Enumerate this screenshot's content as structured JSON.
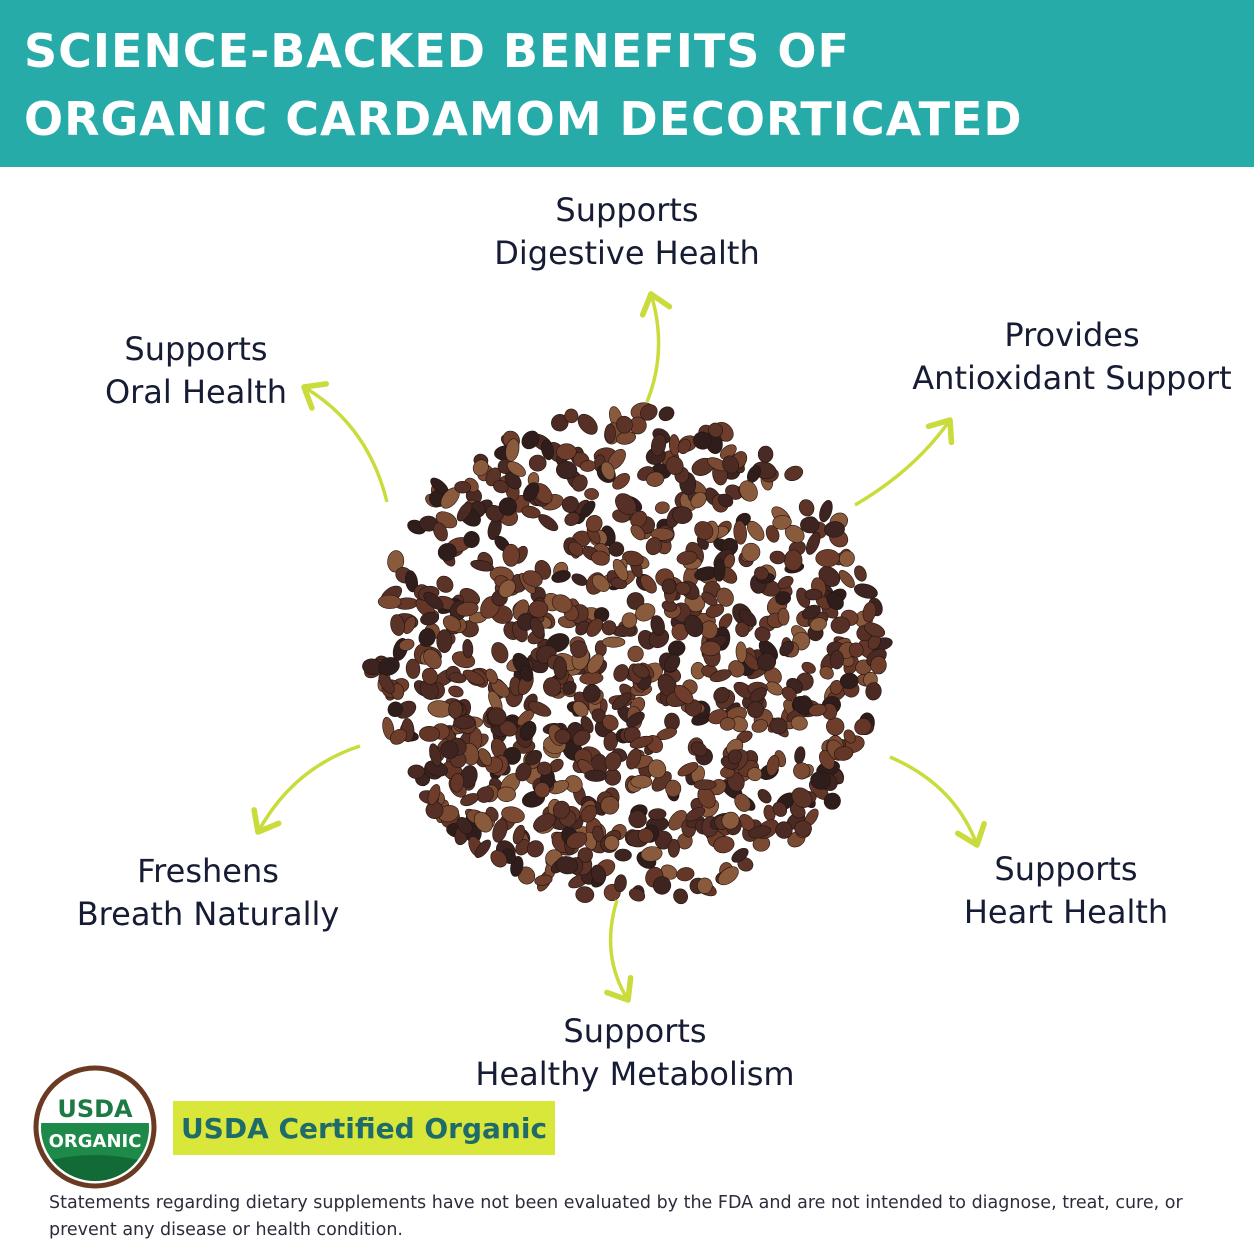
{
  "header": {
    "title_line_1": "SCIENCE-BACKED BENEFITS OF",
    "title_line_2": "ORGANIC CARDAMOM DECORTICATED",
    "background_color": "#27aba9"
  },
  "benefits": {
    "digestive": {
      "line1": "Supports",
      "line2": "Digestive Health"
    },
    "antioxidant": {
      "line1": "Provides",
      "line2": "Antioxidant Support"
    },
    "oral": {
      "line1": "Supports",
      "line2": "Oral Health"
    },
    "breath": {
      "line1": "Freshens",
      "line2": "Breath Naturally"
    },
    "heart": {
      "line1": "Supports",
      "line2": "Heart Health"
    },
    "metabolism": {
      "line1": "Supports",
      "line2": "Healthy Metabolism"
    }
  },
  "product_image": {
    "icon": "cardamom-seeds-pile"
  },
  "arrow_color": "#c9dc3c",
  "certification": {
    "logo_line1": "USDA",
    "logo_line2": "ORGANIC",
    "badge_label": "USDA Certified Organic",
    "badge_color": "#d9e63a"
  },
  "disclaimer": "Statements regarding dietary supplements have not been evaluated by the FDA and are not intended to diagnose, treat, cure, or prevent any disease or health condition."
}
